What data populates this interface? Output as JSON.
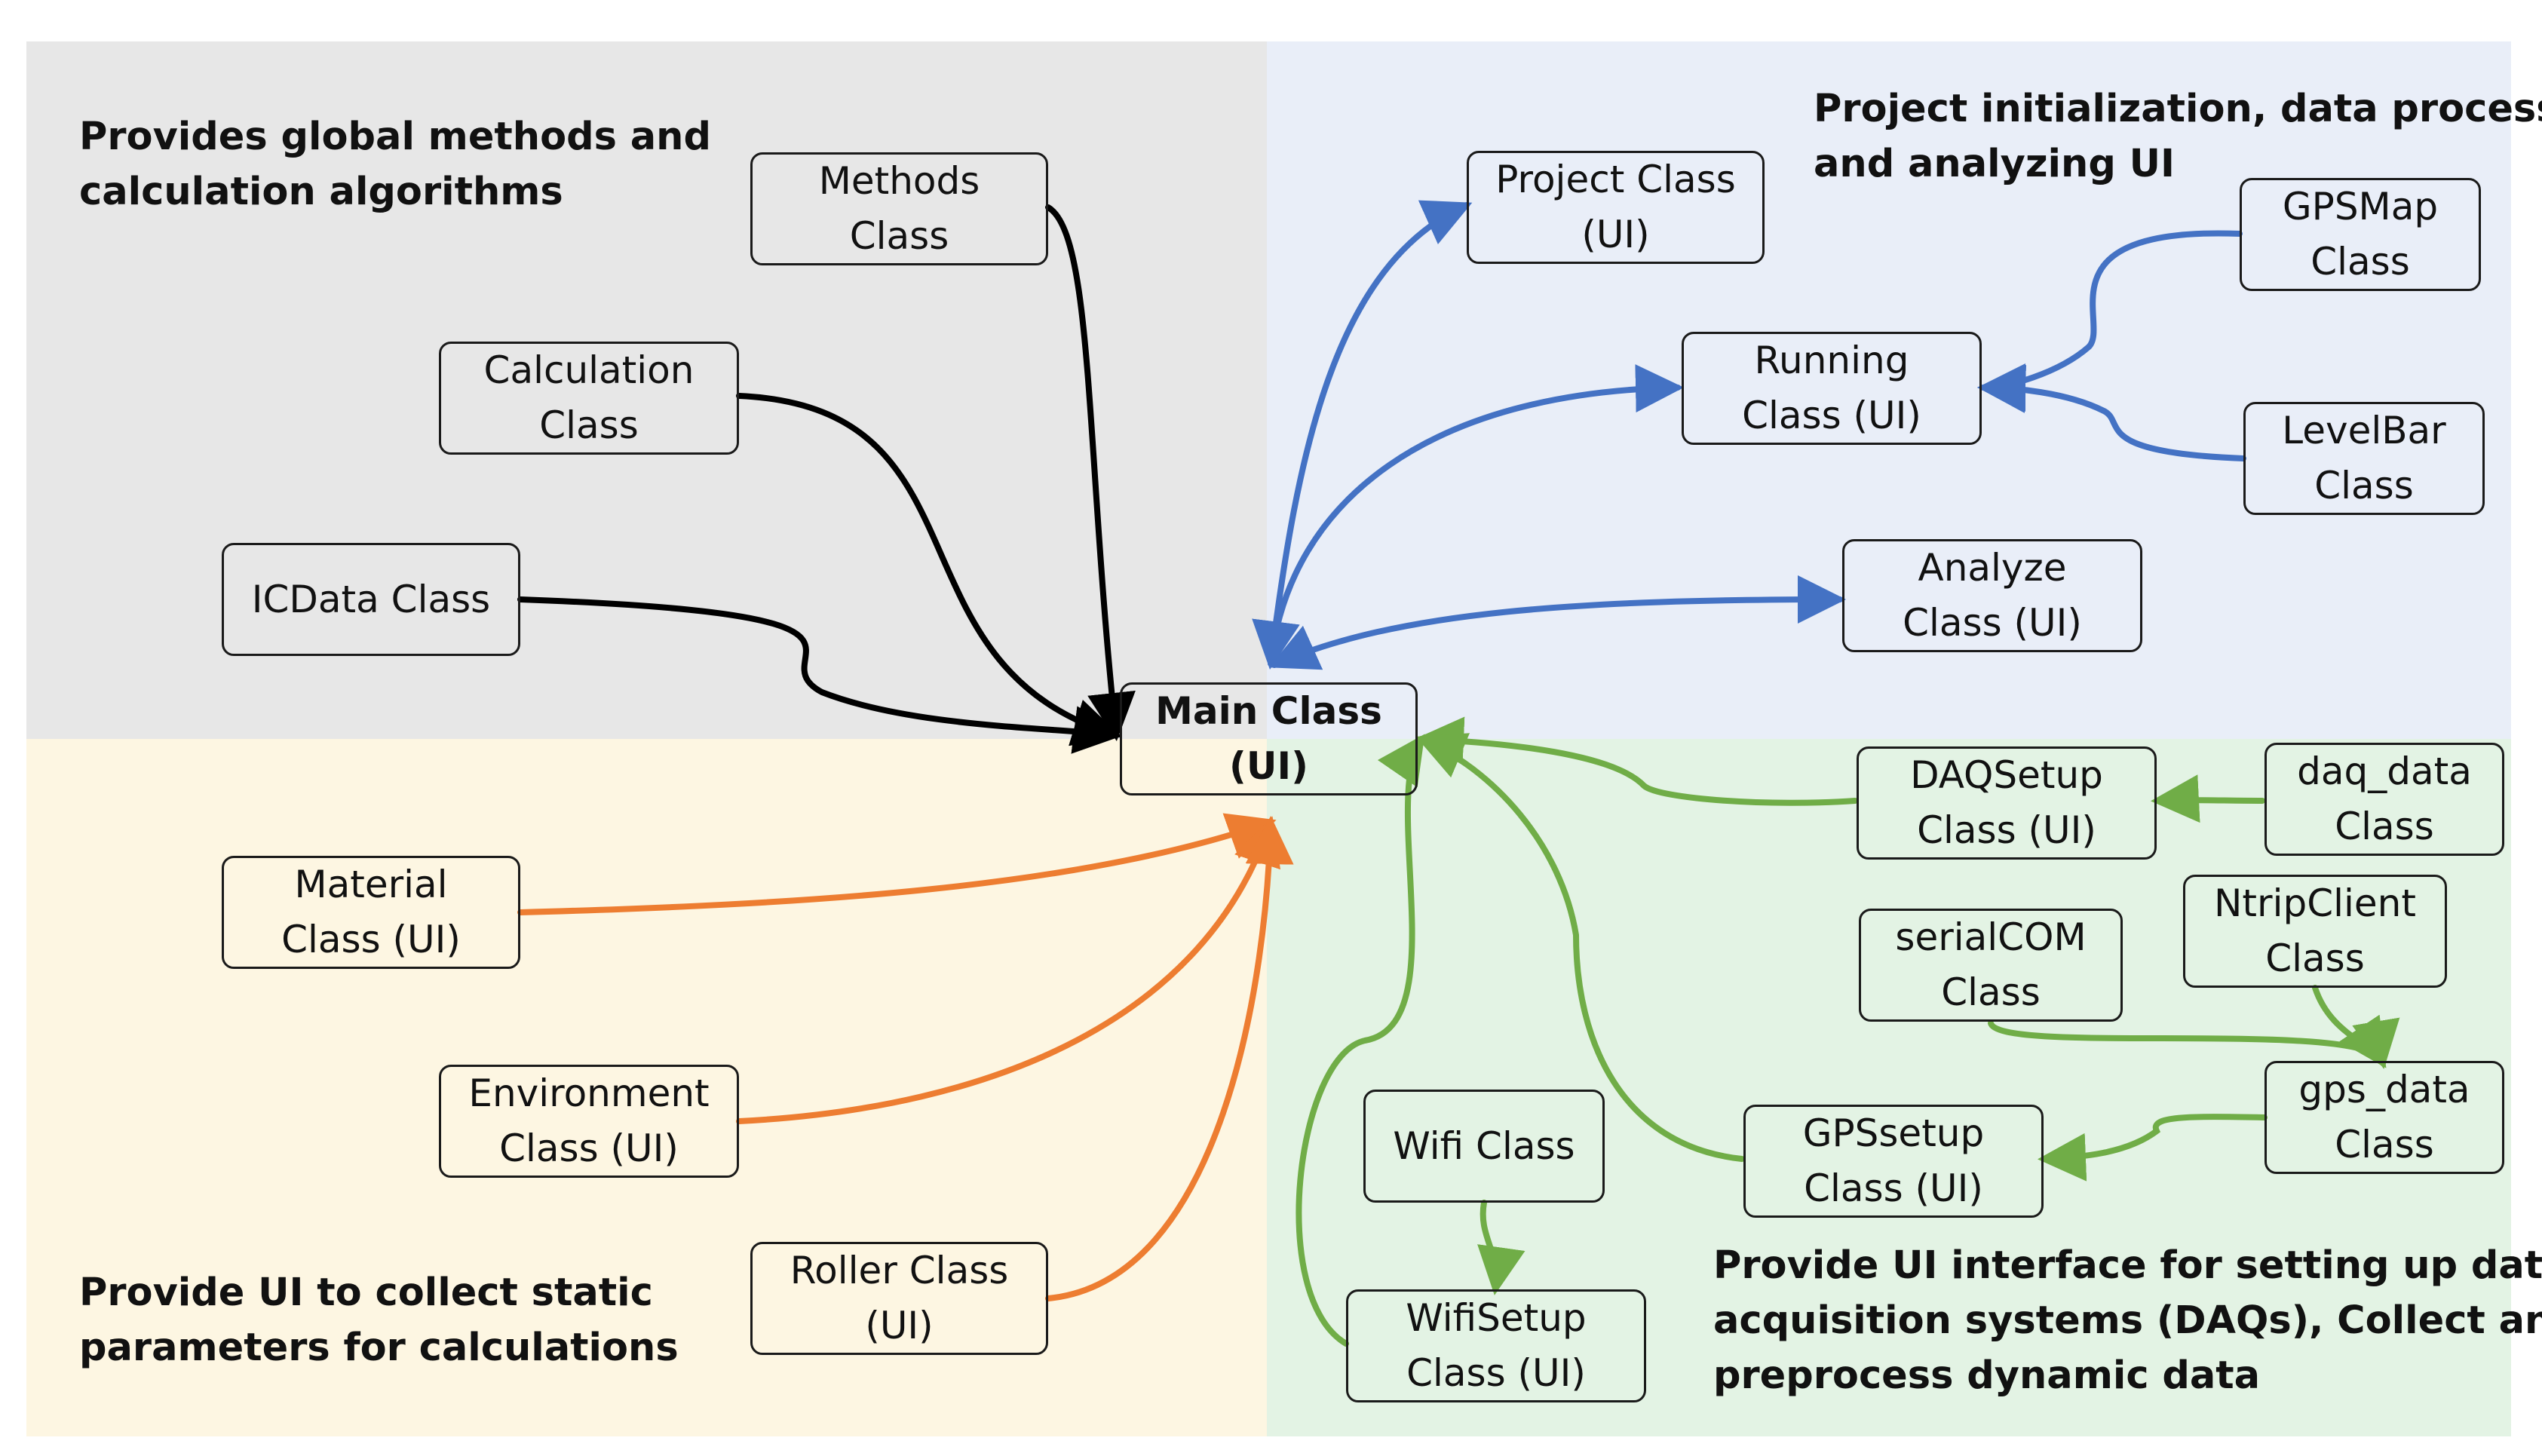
{
  "colors": {
    "global_methods": "#e7e7e7",
    "project_ui": "#e9eef8",
    "static_params": "#fdf6e2",
    "daq": "#e3f3e4",
    "arrow_black": "#000000",
    "arrow_blue": "#4472c4",
    "arrow_orange": "#ed7d31",
    "arrow_green": "#70ad47"
  },
  "captions": {
    "global_methods": [
      "Provides global methods and",
      "calculation algorithms"
    ],
    "project_ui": [
      "Project initialization, data process",
      "and analyzing UI"
    ],
    "static_params": [
      "Provide UI to collect static",
      "parameters for calculations"
    ],
    "daq": [
      "Provide UI interface for setting up data",
      "acquisition systems (DAQs), Collect and",
      "preprocess dynamic data"
    ]
  },
  "nodes": {
    "main": [
      "Main Class",
      "(UI)"
    ],
    "methods": [
      "Methods",
      "Class"
    ],
    "calculation": [
      "Calculation",
      "Class"
    ],
    "icdata": [
      "ICData Class"
    ],
    "project": [
      "Project Class",
      "(UI)"
    ],
    "running": [
      "Running",
      "Class (UI)"
    ],
    "gpsmap": [
      "GPSMap",
      "Class"
    ],
    "levelbar": [
      "LevelBar",
      "Class"
    ],
    "analyze": [
      "Analyze",
      "Class (UI)"
    ],
    "material": [
      "Material",
      "Class (UI)"
    ],
    "environment": [
      "Environment",
      "Class (UI)"
    ],
    "roller": [
      "Roller Class",
      "(UI)"
    ],
    "daqsetup": [
      "DAQSetup",
      "Class (UI)"
    ],
    "daq_data": [
      "daq_data",
      "Class"
    ],
    "serialcom": [
      "serialCOM",
      "Class"
    ],
    "ntripclient": [
      "NtripClient",
      "Class"
    ],
    "gps_data": [
      "gps_data",
      "Class"
    ],
    "gpssetup": [
      "GPSsetup",
      "Class (UI)"
    ],
    "wifi": [
      "Wifi Class"
    ],
    "wifisetup": [
      "WifiSetup",
      "Class (UI)"
    ]
  },
  "edges": [
    {
      "from": "methods",
      "to": "main",
      "color": "arrow_black"
    },
    {
      "from": "calculation",
      "to": "main",
      "color": "arrow_black"
    },
    {
      "from": "icdata",
      "to": "main",
      "color": "arrow_black"
    },
    {
      "from": "main",
      "to": "project",
      "color": "arrow_blue",
      "bidirectional": true
    },
    {
      "from": "main",
      "to": "running",
      "color": "arrow_blue"
    },
    {
      "from": "gpsmap",
      "to": "running",
      "color": "arrow_blue"
    },
    {
      "from": "levelbar",
      "to": "running",
      "color": "arrow_blue"
    },
    {
      "from": "main",
      "to": "analyze",
      "color": "arrow_blue",
      "bidirectional": true
    },
    {
      "from": "material",
      "to": "main",
      "color": "arrow_orange"
    },
    {
      "from": "environment",
      "to": "main",
      "color": "arrow_orange"
    },
    {
      "from": "roller",
      "to": "main",
      "color": "arrow_orange"
    },
    {
      "from": "daqsetup",
      "to": "main",
      "color": "arrow_green"
    },
    {
      "from": "daq_data",
      "to": "daqsetup",
      "color": "arrow_green"
    },
    {
      "from": "serialcom",
      "to": "gps_data",
      "color": "arrow_green"
    },
    {
      "from": "ntripclient",
      "to": "gps_data",
      "color": "arrow_green"
    },
    {
      "from": "gps_data",
      "to": "gpssetup",
      "color": "arrow_green"
    },
    {
      "from": "gpssetup",
      "to": "main",
      "color": "arrow_green"
    },
    {
      "from": "wifi",
      "to": "wifisetup",
      "color": "arrow_green"
    },
    {
      "from": "wifisetup",
      "to": "main",
      "color": "arrow_green"
    }
  ]
}
